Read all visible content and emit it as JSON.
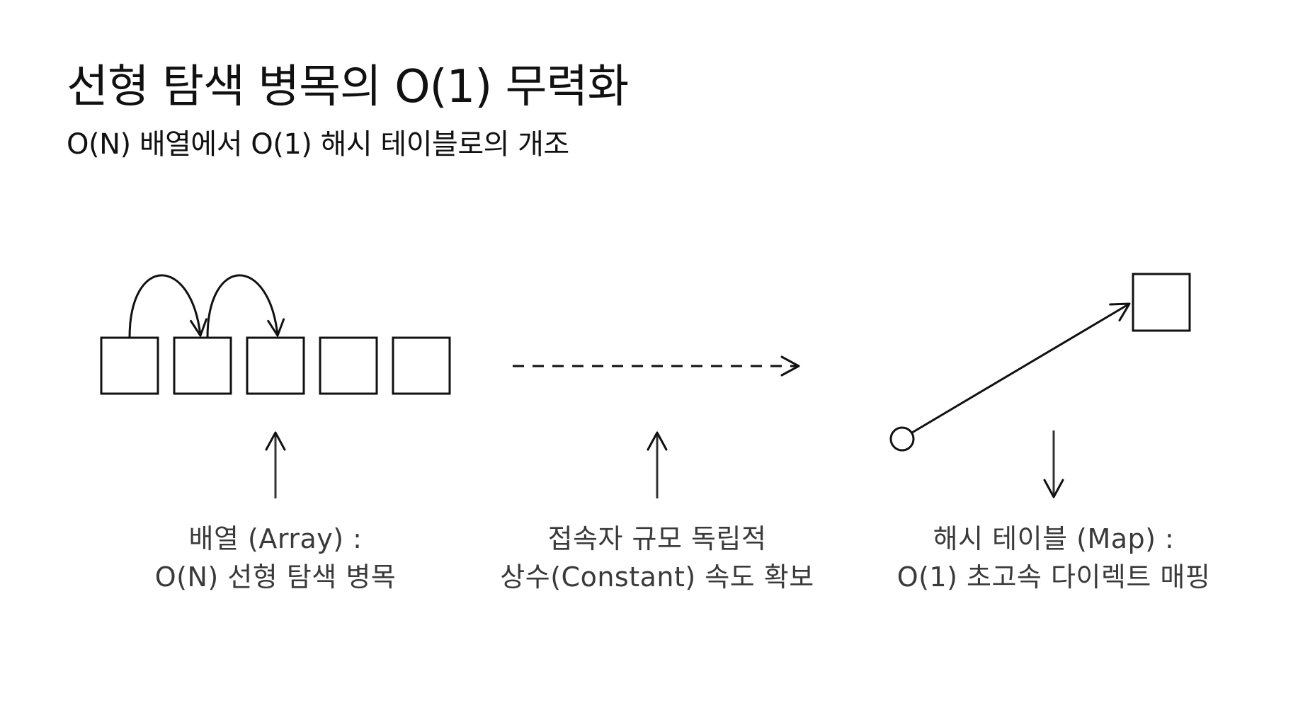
{
  "heading": {
    "title": "선형 탐색 병목의 O(1) 무력화",
    "subtitle": "O(N) 배열에서 O(1) 해시 테이블로의 개조"
  },
  "captions": {
    "array": {
      "line1": "배열 (Array) :",
      "line2": "O(N) 선형 탐색 병목"
    },
    "constant": {
      "line1": "접속자 규모 독립적",
      "line2": "상수(Constant) 속도 확보"
    },
    "hashmap": {
      "line1": "해시 테이블 (Map) :",
      "line2": "O(1) 초고속 다이렉트 매핑"
    }
  },
  "colors": {
    "ink": "#111111",
    "caption": "#3a3a3a",
    "background": "#ffffff"
  }
}
